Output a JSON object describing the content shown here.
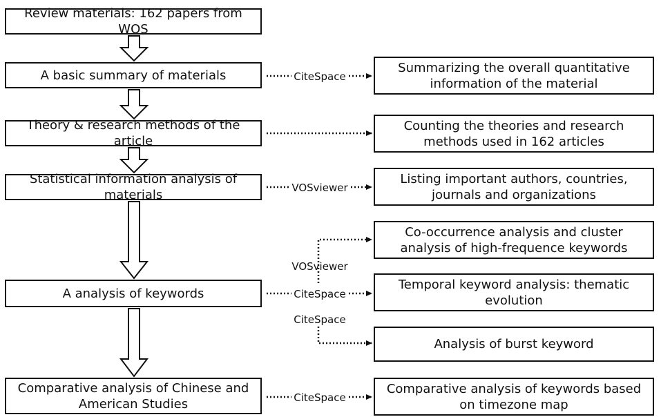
{
  "left_steps": [
    "Review materials: 162 papers from WOS",
    "A basic summary of materials",
    "Theory & research methods of the article",
    "Statistical information analysis of materials",
    "A analysis of keywords",
    "Comparative analysis of Chinese and American Studies"
  ],
  "right_outputs": [
    "Summarizing the overall quantitative information of the material",
    "Counting the theories and research methods used in 162 articles",
    "Listing important authors, countries, journals and organizations",
    "Co-occurrence analysis and cluster analysis of high-frequence keywords",
    "Temporal keyword analysis: thematic evolution",
    "Analysis of burst keyword",
    "Comparative analysis of keywords based on timezone map"
  ],
  "tool_labels": {
    "summary": "CiteSpace",
    "stats": "VOSviewer",
    "keywords_cooccurrence": "VOSviewer",
    "keywords_temporal": "CiteSpace",
    "keywords_burst": "CiteSpace",
    "comparative": "CiteSpace"
  }
}
